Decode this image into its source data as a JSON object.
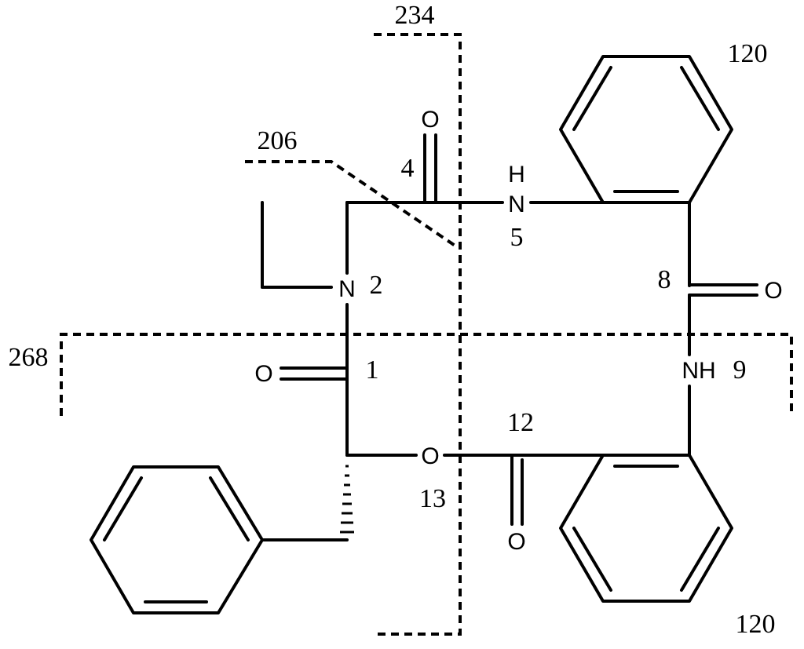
{
  "atoms": {
    "O_carbonyl_4": "O",
    "H_N5": "H",
    "N5": "N",
    "N2": "N",
    "O_carbonyl_8": "O",
    "NH9": "NH",
    "O_carbonyl_1": "O",
    "O13": "O",
    "O_carbonyl_12": "O"
  },
  "positions": {
    "p1": "1",
    "p2": "2",
    "p4": "4",
    "p5": "5",
    "p8": "8",
    "p9": "9",
    "p12": "12",
    "p13": "13"
  },
  "fragments": {
    "top_right": "120",
    "bottom_right": "120",
    "f206": "206",
    "f234": "234",
    "f268": "268"
  }
}
